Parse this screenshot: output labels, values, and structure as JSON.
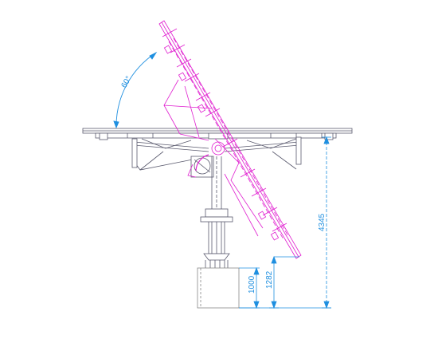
{
  "drawing": {
    "angle_label": "60°",
    "dimensions": {
      "total_height": "4345",
      "lower_edge_height": "1282",
      "foundation_height": "1000"
    },
    "colors": {
      "structure": "#5a5a6e",
      "tilted_panel": "#e020d0",
      "dimension": "#1e8fe0",
      "foundation": "#888888"
    }
  }
}
